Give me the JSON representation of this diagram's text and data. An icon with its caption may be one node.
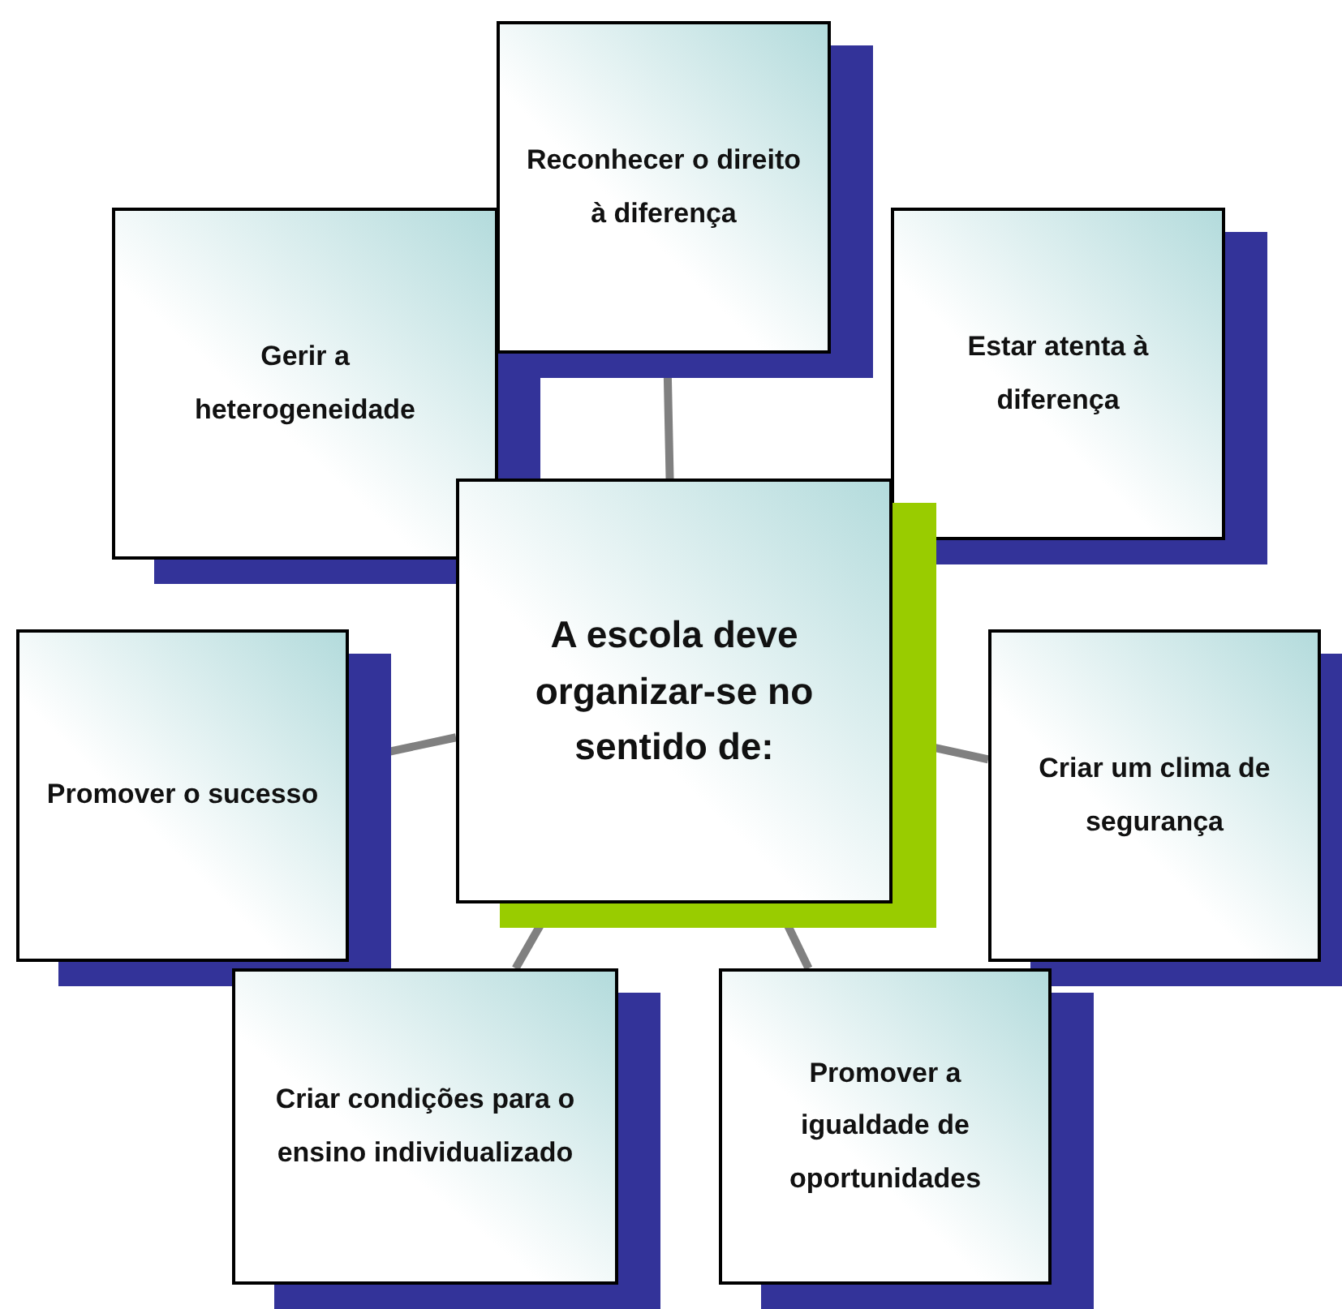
{
  "diagram": {
    "nodes": [
      {
        "text": [
          "Reconhecer o direito à diferença"
        ]
      },
      {
        "text": [
          "Gerir a heterogeneidade"
        ]
      },
      {
        "text": [
          "Estar atenta à diferença"
        ]
      },
      {
        "text": [
          "A escola deve organizar-se no sentido de:"
        ]
      },
      {
        "text": [
          "Promover o sucesso"
        ]
      },
      {
        "text": [
          "Criar um clima de segurança"
        ]
      },
      {
        "text": [
          "Criar condições para o ensino individualizado"
        ]
      },
      {
        "text": [
          "Promover a igualdade de oportunidades"
        ]
      }
    ],
    "edges": [
      {
        "from": 3,
        "to": 0,
        "arrow": "none"
      },
      {
        "from": 3,
        "to": 4,
        "arrow": "none"
      },
      {
        "from": 3,
        "to": 5,
        "arrow": "none"
      },
      {
        "from": 3,
        "to": 6,
        "arrow": "none"
      },
      {
        "from": 3,
        "to": 7,
        "arrow": "none"
      }
    ]
  }
}
